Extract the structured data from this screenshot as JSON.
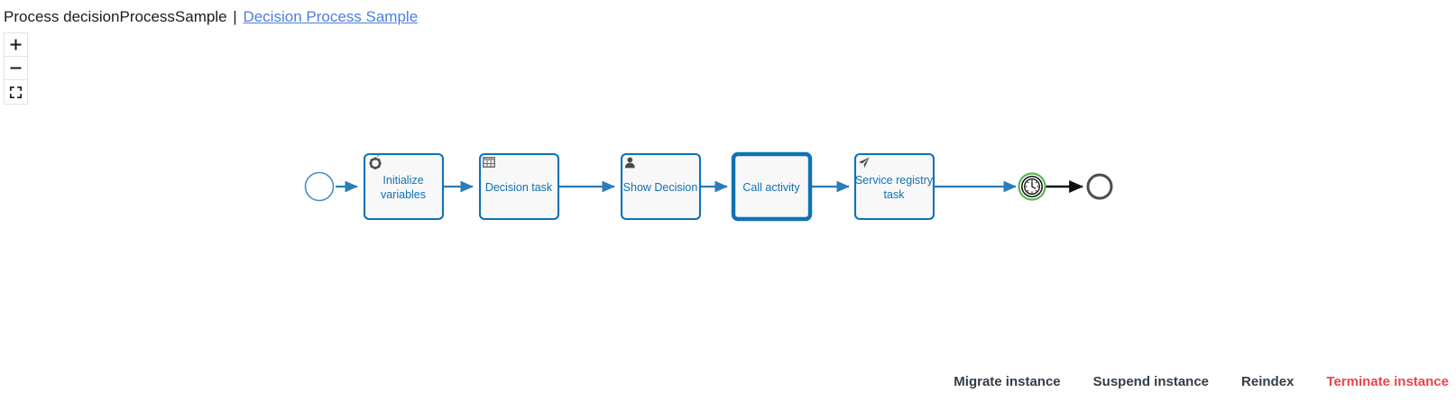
{
  "header": {
    "prefix": "Process decisionProcessSample",
    "separator": "|",
    "process_link": "Decision Process Sample"
  },
  "zoom_controls": {
    "zoom_in": "+",
    "zoom_out": "−",
    "fit_icon": "fit-to-screen-icon"
  },
  "diagram": {
    "type": "bpmn-process",
    "colors": {
      "element_stroke": "#1072b5",
      "element_fill": "#f8f8f8",
      "label_text": "#1072b5",
      "connector": "#1072b5",
      "active_marker": "#5ab552",
      "end_event": "#4d4d4d",
      "end_connector": "#111111",
      "icon_gray": "#4a4a4a"
    },
    "elements": [
      {
        "id": "start-event",
        "kind": "start-event",
        "label": "",
        "icon": ""
      },
      {
        "id": "initialize-variables",
        "kind": "service-task",
        "label": "Initialize variables",
        "icon": "gear-icon"
      },
      {
        "id": "decision-task",
        "kind": "business-rule-task",
        "label": "Decision task",
        "icon": "table-icon"
      },
      {
        "id": "show-decision",
        "kind": "user-task",
        "label": "Show Decision",
        "icon": "user-icon"
      },
      {
        "id": "call-activity",
        "kind": "call-activity",
        "label": "Call activity",
        "icon": ""
      },
      {
        "id": "service-registry-task",
        "kind": "send-task",
        "label": "Service registry task",
        "icon": "send-icon"
      },
      {
        "id": "timer-event",
        "kind": "timer-catch-event",
        "label": "",
        "icon": "clock-icon"
      },
      {
        "id": "end-event",
        "kind": "end-event",
        "label": "",
        "icon": ""
      }
    ]
  },
  "footer": {
    "actions": [
      {
        "label": "Migrate instance",
        "style": "normal"
      },
      {
        "label": "Suspend instance",
        "style": "normal"
      },
      {
        "label": "Reindex",
        "style": "normal"
      },
      {
        "label": "Terminate instance",
        "style": "danger"
      }
    ]
  }
}
